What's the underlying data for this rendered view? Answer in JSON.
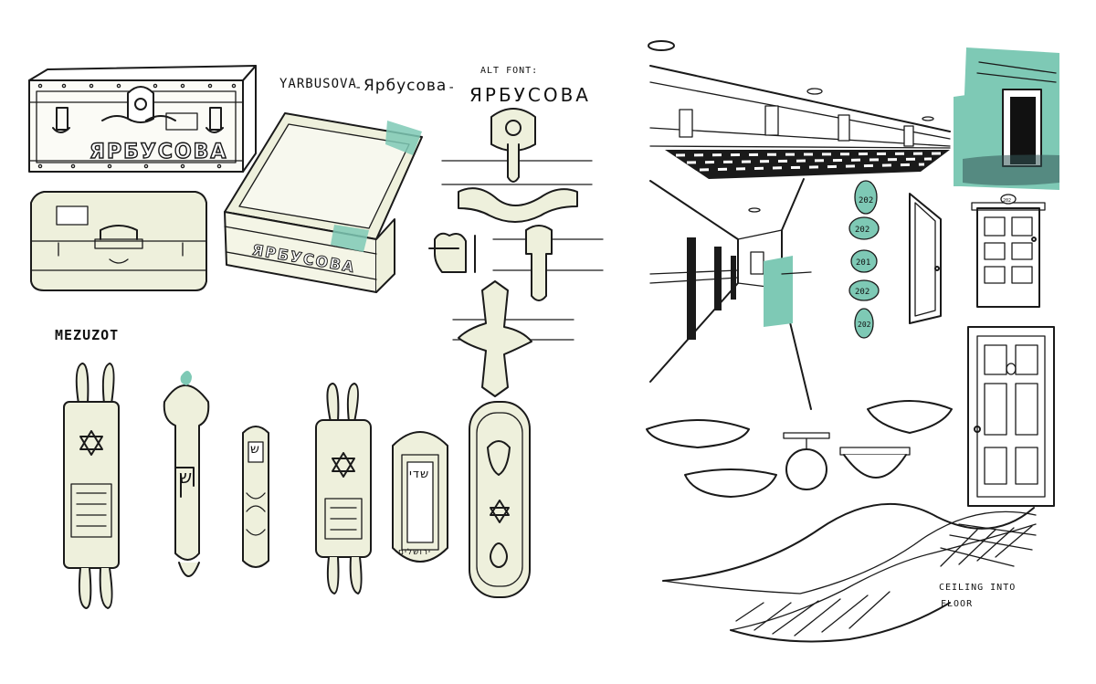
{
  "colors": {
    "paper": "#ffffff",
    "ink": "#1a1a1a",
    "cream": "#eef0dc",
    "teal": "#7ec9b5",
    "dark": "#111111"
  },
  "labels": {
    "trunk_name": "ЯРБУСОВА",
    "trunk_open_name": "ЯРБУСОВА",
    "name_line_latin": "YARBUSOVA",
    "name_line_sep": "-",
    "name_line_cyrillic": "Ярбусова",
    "name_line_sep2": "-",
    "alt_font_label": "ALT FONT:",
    "alt_font_name": "ЯРБУСОВА",
    "mezuzot": "MEZUZOT",
    "ceiling_line1": "CEILING INTO",
    "ceiling_line2": "FLOOR"
  },
  "room_numbers": [
    "202",
    "202",
    "201",
    "202",
    "202"
  ],
  "door_plate": "202",
  "mezuzah_letters": {
    "shin_1": "ש",
    "shin_2": "ש",
    "shaddai": "שדי",
    "jerusalem": "ירושלים"
  }
}
